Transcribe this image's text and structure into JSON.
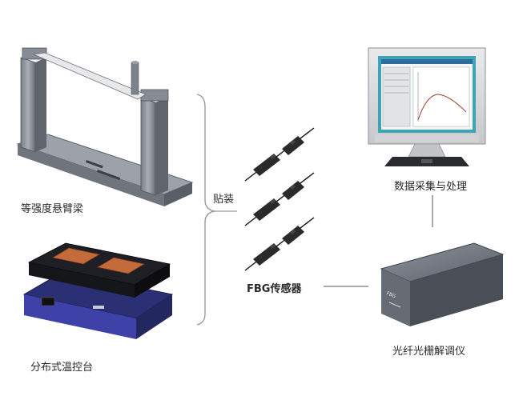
{
  "labels": {
    "beam": "等强度悬臂梁",
    "temp_stage": "分布式温控台",
    "attach": "贴装",
    "sensor": "FBG传感器",
    "data": "数据采集与处理",
    "interrogator": "光纤光栅解调仪"
  },
  "icons": [
    "cantilever-beam-icon",
    "temperature-stage-icon",
    "fbg-sensor-icon",
    "computer-monitor-icon",
    "interrogator-box-icon"
  ]
}
